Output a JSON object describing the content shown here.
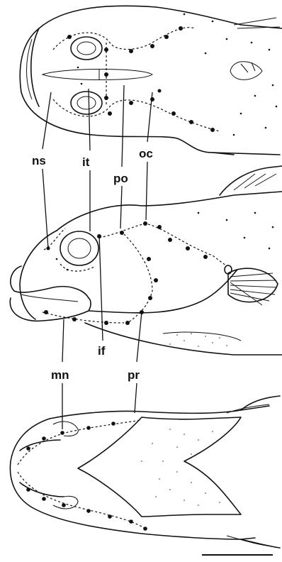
{
  "figure": {
    "labels": {
      "ns": "ns",
      "it": "it",
      "po": "po",
      "oc": "oc",
      "if": "if",
      "mn": "mn",
      "pr": "pr"
    }
  }
}
